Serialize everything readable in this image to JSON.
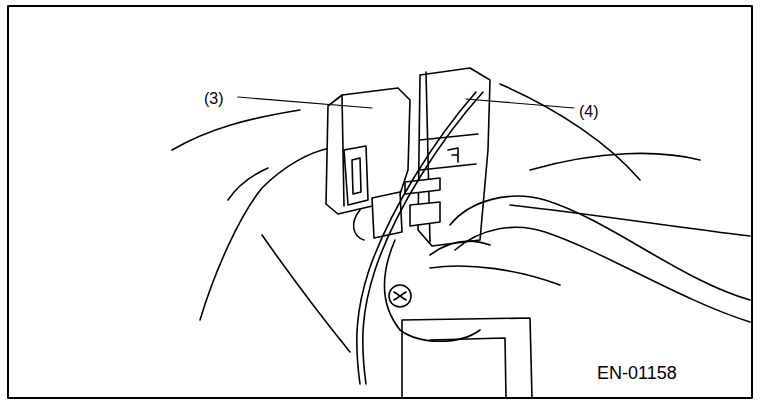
{
  "diagram": {
    "labels": [
      "(3)",
      "(4)",
      "EN-01158"
    ]
  }
}
